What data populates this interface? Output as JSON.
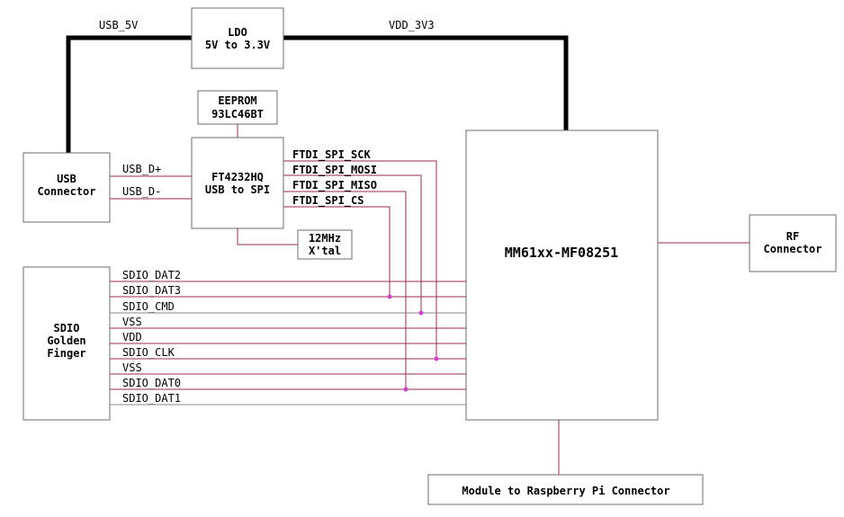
{
  "power": {
    "usb_5v": "USB_5V",
    "vdd_3v3": "VDD_3V3"
  },
  "ldo": {
    "line1": "LDO",
    "line2": "5V to 3.3V"
  },
  "eeprom": {
    "line1": "EEPROM",
    "line2": "93LC46BT"
  },
  "ftdi": {
    "line1": "FT4232HQ",
    "line2": "USB to SPI"
  },
  "usb_connector": {
    "line1": "USB",
    "line2": "Connector"
  },
  "usb_signals": {
    "dp": "USB_D+",
    "dm": "USB_D-"
  },
  "spi_signals": {
    "sck": "FTDI_SPI_SCK",
    "mosi": "FTDI_SPI_MOSI",
    "miso": "FTDI_SPI_MISO",
    "cs": "FTDI_SPI_CS"
  },
  "crystal": {
    "line1": "12MHz",
    "line2": "X'tal"
  },
  "module": {
    "label": "MM61xx-MF08251"
  },
  "rf_connector": {
    "line1": "RF",
    "line2": "Connector"
  },
  "sdio_finger": {
    "line1": "SDIO",
    "line2": "Golden",
    "line3": "Finger"
  },
  "sdio_signals": [
    "SDIO_DAT2",
    "SDIO_DAT3",
    "SDIO_CMD",
    "VSS",
    "VDD",
    "SDIO_CLK",
    "VSS",
    "SDIO_DAT0",
    "SDIO_DAT1"
  ],
  "rpi_connector": {
    "label": "Module to Raspberry Pi Connector"
  },
  "colors": {
    "signal": "#9b2c4e",
    "junction": "#d53fcf",
    "power": "#000000"
  }
}
